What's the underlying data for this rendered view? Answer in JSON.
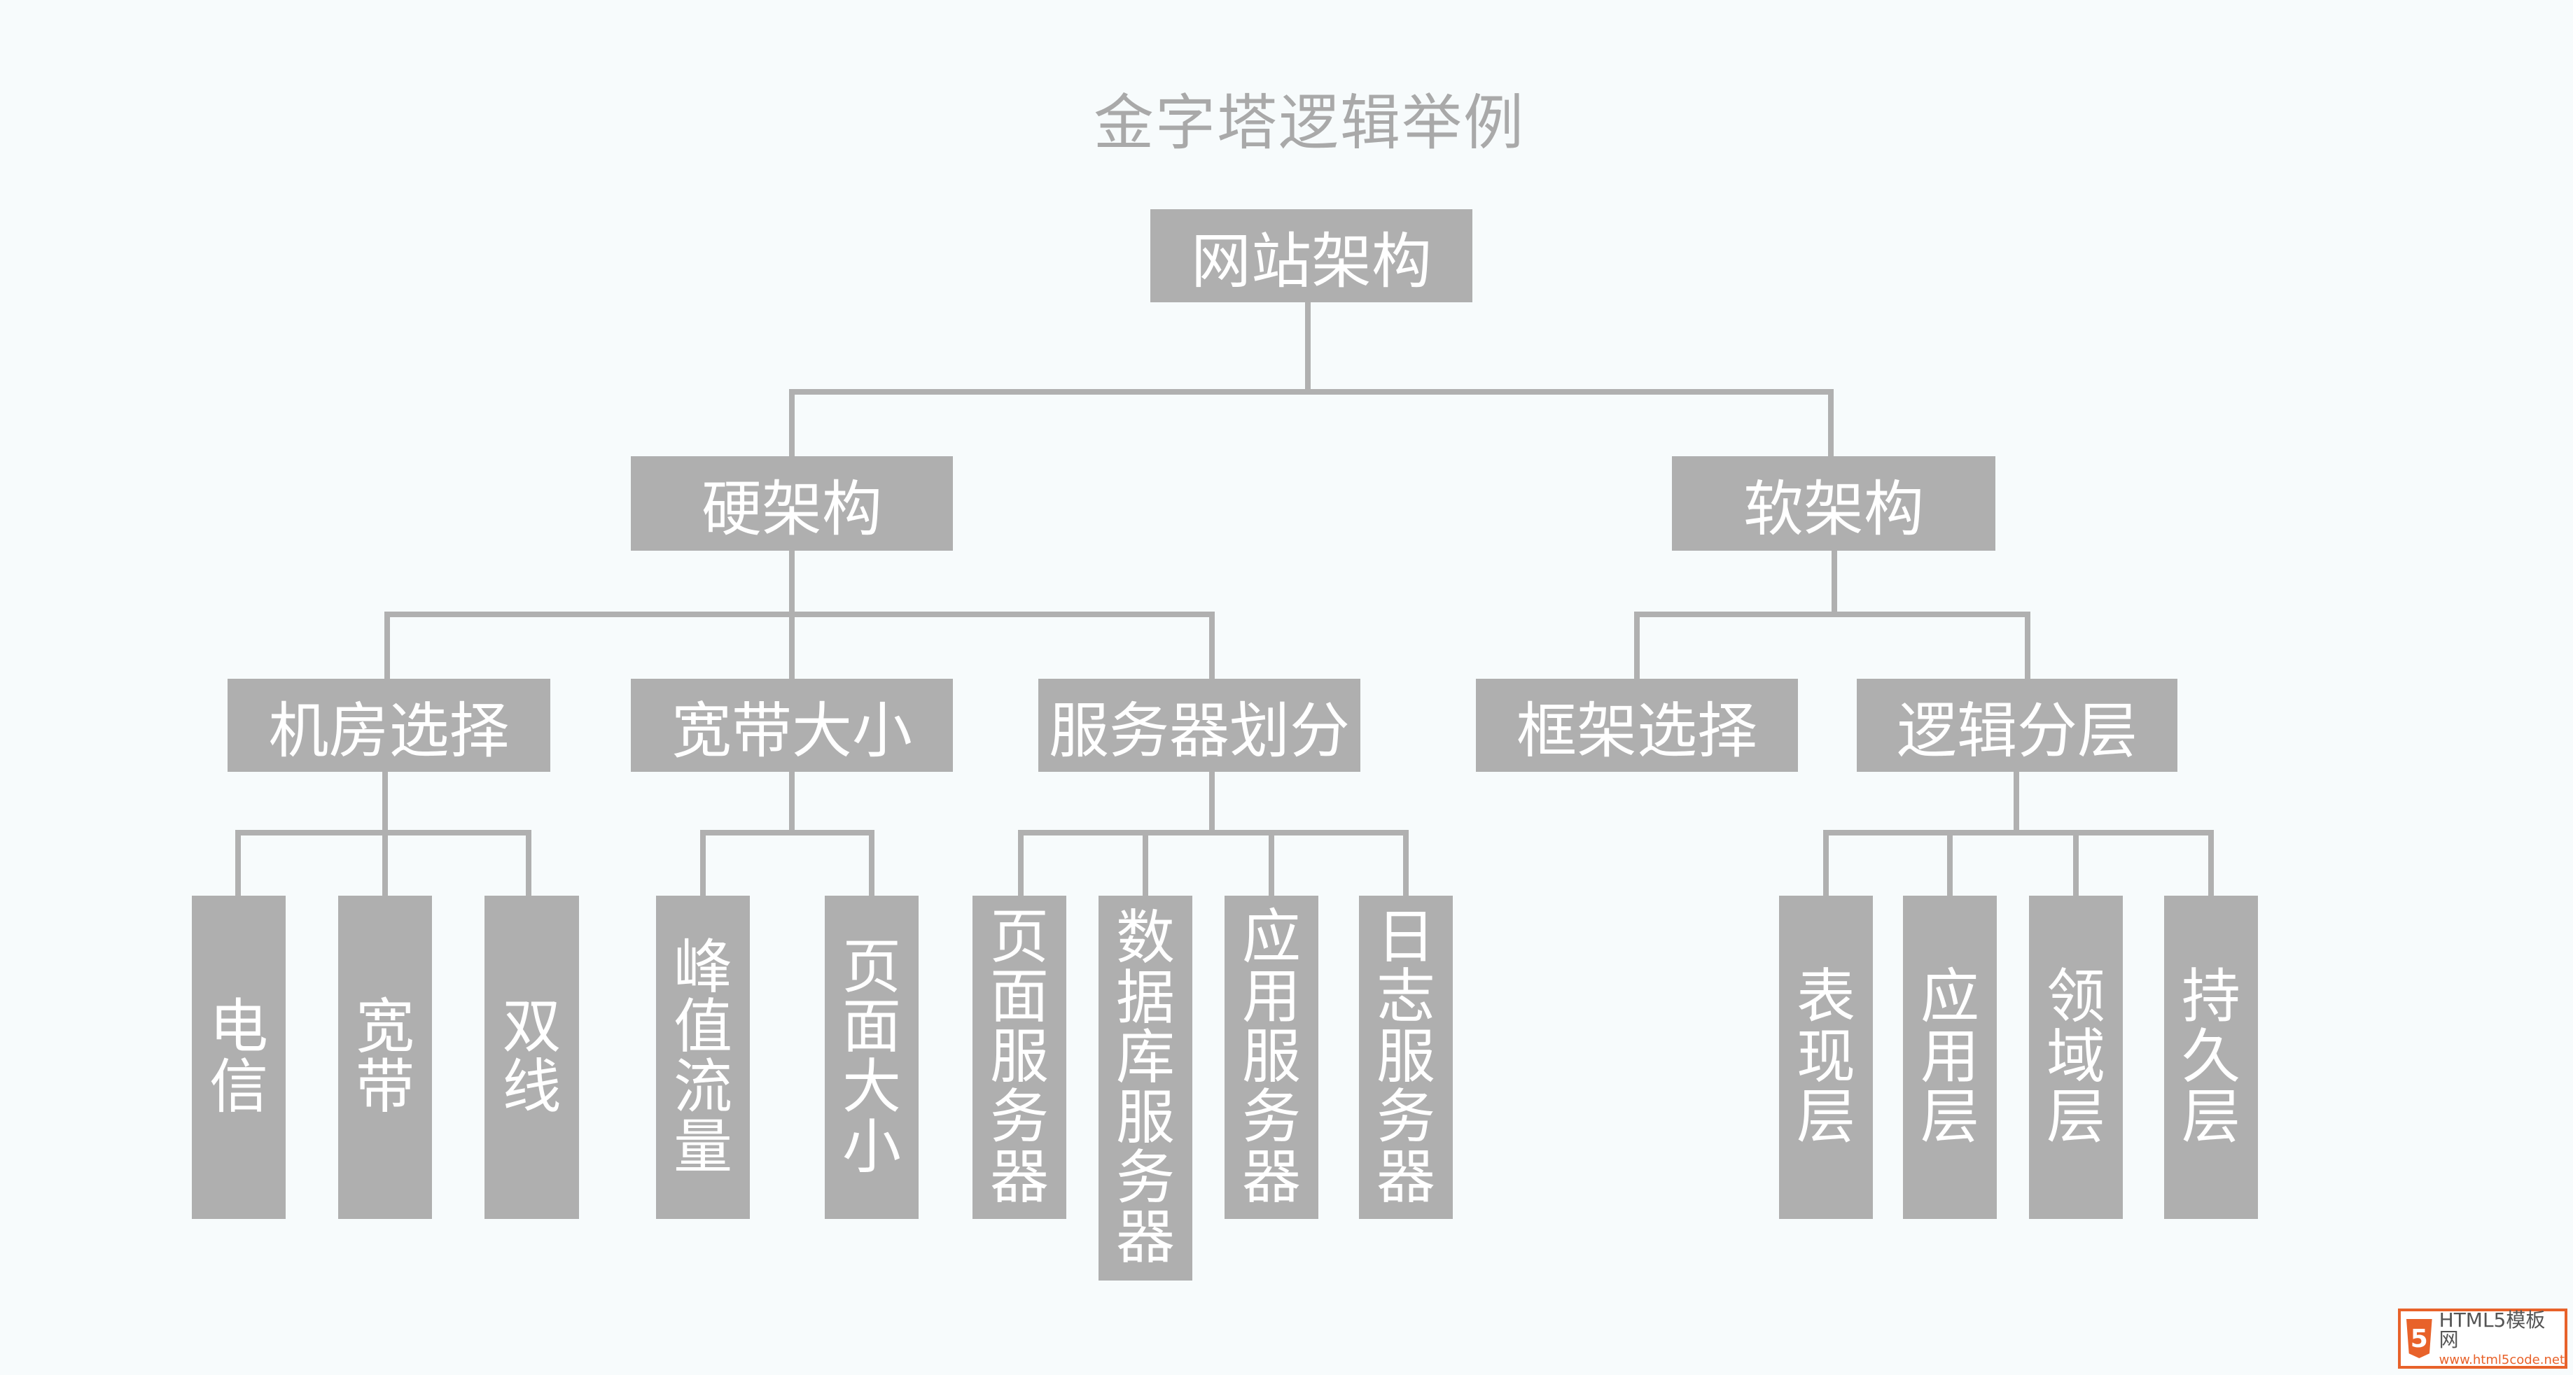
{
  "title": "金字塔逻辑举例",
  "colors": {
    "box": "#afafaf",
    "line": "#b0b0b0",
    "title": "#a9a9a9",
    "background": "#f7fbfc",
    "text": "#ffffff"
  },
  "tree": {
    "root": "网站架构",
    "left": {
      "label": "硬架构",
      "children": [
        {
          "label": "机房选择",
          "children": [
            "电信",
            "宽带",
            "双线"
          ]
        },
        {
          "label": "宽带大小",
          "children": [
            "峰值流量",
            "页面大小"
          ]
        },
        {
          "label": "服务器划分",
          "children": [
            "页面服务器",
            "数据库服务器",
            "应用服务器",
            "日志服务器"
          ]
        }
      ]
    },
    "right": {
      "label": "软架构",
      "children": [
        {
          "label": "框架选择",
          "children": []
        },
        {
          "label": "逻辑分层",
          "children": [
            "表现层",
            "应用层",
            "领域层",
            "持久层"
          ]
        }
      ]
    }
  },
  "watermark": {
    "line1": "HTML5模板网",
    "line2": "www.html5code.net",
    "badge": "5"
  }
}
